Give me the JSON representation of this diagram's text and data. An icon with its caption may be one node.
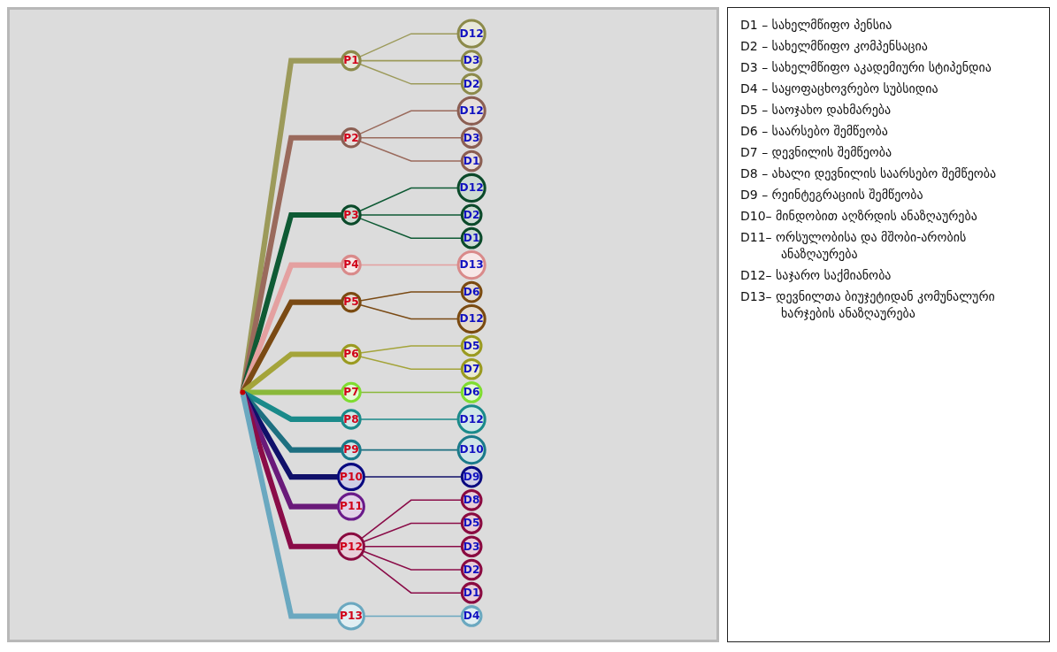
{
  "diagram": {
    "nodes": [
      {
        "text": [],
        "shape": "circle"
      },
      {
        "text": [
          "P1"
        ]
      },
      {
        "text": [
          "D12"
        ]
      },
      {
        "text": [
          "D3"
        ]
      },
      {
        "text": [
          "D2"
        ]
      },
      {
        "text": [
          "P2"
        ]
      },
      {
        "text": [
          "D12"
        ]
      },
      {
        "text": [
          "D3"
        ]
      },
      {
        "text": [
          "D1"
        ]
      },
      {
        "text": [
          "P3"
        ]
      },
      {
        "text": [
          "D12"
        ]
      },
      {
        "text": [
          "D2"
        ]
      },
      {
        "text": [
          "D1"
        ]
      },
      {
        "text": [
          "P4"
        ]
      },
      {
        "text": [
          "D13"
        ]
      },
      {
        "text": [
          "P5"
        ]
      },
      {
        "text": [
          "D6"
        ]
      },
      {
        "text": [
          "D12"
        ]
      },
      {
        "text": [
          "P6"
        ]
      },
      {
        "text": [
          "D5"
        ]
      },
      {
        "text": [
          "D7"
        ]
      },
      {
        "text": [
          "P7"
        ]
      },
      {
        "text": [
          "D6"
        ]
      },
      {
        "text": [
          "P8"
        ]
      },
      {
        "text": [
          "D12"
        ]
      },
      {
        "text": [
          "P9"
        ]
      },
      {
        "text": [
          "D10"
        ]
      },
      {
        "text": [
          "P10"
        ]
      },
      {
        "text": [
          "D9"
        ]
      },
      {
        "text": [
          "P11"
        ]
      },
      {
        "text": [
          "P12"
        ]
      },
      {
        "text": [
          "D8"
        ]
      },
      {
        "text": [
          "D5"
        ]
      },
      {
        "text": [
          "D3"
        ]
      },
      {
        "text": [
          "D2"
        ]
      },
      {
        "text": [
          "D1"
        ]
      },
      {
        "text": [
          "P13"
        ]
      },
      {
        "text": [
          "D4"
        ]
      }
    ],
    "edges": [
      {
        "from": 0,
        "to": 1,
        "arrow": "none",
        "style": "thick",
        "color": "#9c9a5a"
      },
      {
        "from": 1,
        "to": 2,
        "arrow": "none",
        "color": "#9c9a5a"
      },
      {
        "from": 1,
        "to": 3,
        "arrow": "none",
        "color": "#9c9a5a"
      },
      {
        "from": 1,
        "to": 4,
        "arrow": "none",
        "color": "#9c9a5a"
      },
      {
        "from": 0,
        "to": 5,
        "arrow": "none",
        "style": "thick",
        "color": "#9a6a5c"
      },
      {
        "from": 5,
        "to": 6,
        "arrow": "none",
        "color": "#9a6a5c"
      },
      {
        "from": 5,
        "to": 7,
        "arrow": "none",
        "color": "#9a6a5c"
      },
      {
        "from": 5,
        "to": 8,
        "arrow": "none",
        "color": "#9a6a5c"
      },
      {
        "from": 0,
        "to": 9,
        "arrow": "none",
        "style": "thick",
        "color": "#0e5a34"
      },
      {
        "from": 9,
        "to": 10,
        "arrow": "none",
        "color": "#0e5a34"
      },
      {
        "from": 9,
        "to": 11,
        "arrow": "none",
        "color": "#0e5a34"
      },
      {
        "from": 9,
        "to": 12,
        "arrow": "none",
        "color": "#0e5a34"
      },
      {
        "from": 0,
        "to": 13,
        "arrow": "none",
        "style": "thick",
        "color": "#e4a0a0"
      },
      {
        "from": 13,
        "to": 14,
        "arrow": "none",
        "color": "#e4a0a0"
      },
      {
        "from": 0,
        "to": 15,
        "arrow": "none",
        "style": "thick",
        "color": "#7a4a14"
      },
      {
        "from": 15,
        "to": 16,
        "arrow": "none",
        "color": "#7a4a14"
      },
      {
        "from": 15,
        "to": 17,
        "arrow": "none",
        "color": "#7a4a14"
      },
      {
        "from": 0,
        "to": 18,
        "arrow": "none",
        "style": "thick",
        "color": "#a4a43a"
      },
      {
        "from": 18,
        "to": 19,
        "arrow": "none",
        "color": "#a4a43a"
      },
      {
        "from": 18,
        "to": 20,
        "arrow": "none",
        "color": "#a4a43a"
      },
      {
        "from": 0,
        "to": 21,
        "arrow": "none",
        "style": "thick",
        "color": "#8ab83a"
      },
      {
        "from": 21,
        "to": 22,
        "arrow": "none",
        "color": "#8ab83a"
      },
      {
        "from": 0,
        "to": 23,
        "arrow": "none",
        "style": "thick",
        "color": "#1a8a8a"
      },
      {
        "from": 23,
        "to": 24,
        "arrow": "none",
        "color": "#1a8a8a"
      },
      {
        "from": 0,
        "to": 25,
        "arrow": "none",
        "style": "thick",
        "color": "#1d6f80"
      },
      {
        "from": 25,
        "to": 26,
        "arrow": "none",
        "color": "#1d6f80"
      },
      {
        "from": 0,
        "to": 27,
        "arrow": "none",
        "style": "thick",
        "color": "#10106a"
      },
      {
        "from": 27,
        "to": 28,
        "arrow": "none",
        "color": "#10106a"
      },
      {
        "from": 0,
        "to": 29,
        "arrow": "none",
        "style": "thick",
        "color": "#6a1a7a"
      },
      {
        "from": 0,
        "to": 30,
        "arrow": "none",
        "style": "thick",
        "color": "#8a0c48"
      },
      {
        "from": 30,
        "to": 31,
        "arrow": "none",
        "color": "#8a0c48"
      },
      {
        "from": 30,
        "to": 32,
        "arrow": "none",
        "color": "#8a0c48"
      },
      {
        "from": 30,
        "to": 33,
        "arrow": "none",
        "color": "#8a0c48"
      },
      {
        "from": 30,
        "to": 34,
        "arrow": "none",
        "color": "#8a0c48"
      },
      {
        "from": 30,
        "to": 35,
        "arrow": "none",
        "color": "#8a0c48"
      },
      {
        "from": 0,
        "to": 36,
        "arrow": "none",
        "style": "thick",
        "color": "#6aa8c0"
      },
      {
        "from": 36,
        "to": 37,
        "arrow": "none",
        "color": "#6aa8c0"
      }
    ],
    "labels": [
      "D1 – სახელმწიფო პენსია",
      "D2 – სახელმწიფო კომპენსაცია",
      "D3 – სახელმწიფო აკადემიური სტიპენდია",
      "D4 – საყოფაცხოვრებო სუბსიდია",
      "D5 – საოჯახო დახმარება",
      "D6 – საარსებო შემწეობა",
      "D7 – დევნილის შემწეობა",
      "D8 – ახალი დევნილის საარსებო შემწეობა",
      "D9 – რეინტეგრაციის შემწეობა",
      "D10– მინდობით აღზრდის ანაზღაურება",
      "D11– ორსულობისა და მშობი-არობის ანაზღაურება",
      "D12– საჯარო საქმიანობა",
      "D13– დევნილთა ბიუჯეტიდან კომუნალური ხარჯების ანაზღაურება"
    ]
  }
}
